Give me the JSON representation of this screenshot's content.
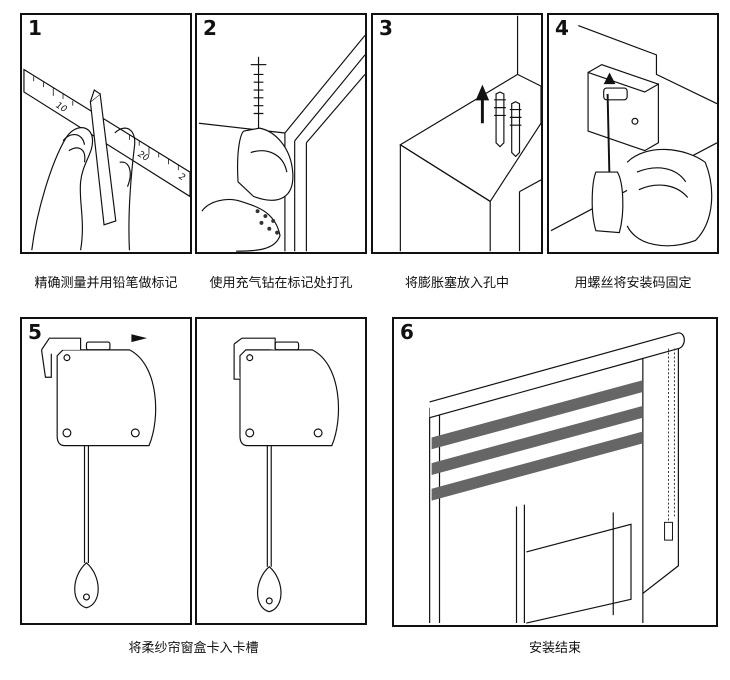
{
  "steps": [
    {
      "number": "1",
      "caption": "精确测量并用铅笔做标记",
      "ruler_marks": [
        "10",
        "20",
        "2"
      ]
    },
    {
      "number": "2",
      "caption": "使用充气钻在标记处打孔"
    },
    {
      "number": "3",
      "caption": "将膨胀塞放入孔中"
    },
    {
      "number": "4",
      "caption": "用螺丝将安装码固定"
    },
    {
      "number": "5",
      "caption": "将柔纱帘窗盒卡入卡槽"
    },
    {
      "number": "6",
      "caption": "安装结束"
    }
  ],
  "colors": {
    "line": "#111111",
    "stripe": "#666666",
    "shade_light": "#e8e8e8"
  }
}
